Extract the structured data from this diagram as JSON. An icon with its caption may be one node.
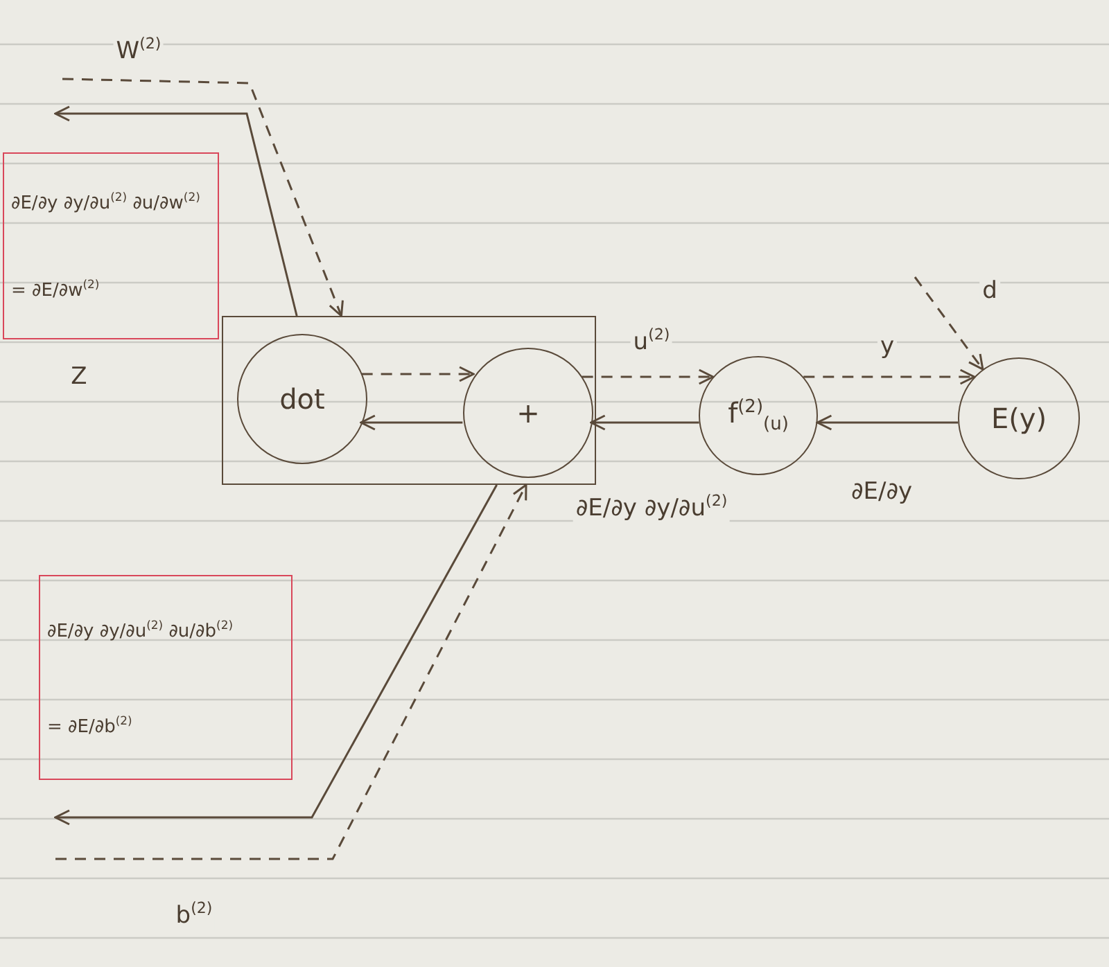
{
  "diagram": {
    "nodes": [
      {
        "text": [],
        "shape": "box"
      },
      {
        "text": [
          "dot"
        ],
        "in": 0
      },
      {
        "text": [
          "+"
        ],
        "in": 0
      },
      {
        "text": [
          "f$^{(2)}$$_{(u)}$"
        ]
      },
      {
        "text": [
          "E(y)"
        ]
      },
      {
        "text": [
          "∂E/∂y ∂y/∂u$^{(2)}$ ∂u/∂w$^{(2)}$",
          "= ∂E/∂w$^{(2)}$"
        ]
      },
      {
        "text": [
          "∂E/∂y ∂y/∂u$^{(2)}$ ∂u/∂b$^{(2)}$",
          "= ∂E/∂b$^{(2)}$"
        ]
      }
    ],
    "edges": [
      {
        "from": null,
        "to": 0,
        "arrow": "to",
        "style": "dashed",
        "label": "W$^{(2)}$"
      },
      {
        "from": 0,
        "to": null,
        "arrow": "to"
      },
      {
        "from": null,
        "to": 0,
        "arrow": "to",
        "style": "dashed",
        "label": "b$^{(2)}$"
      },
      {
        "from": 0,
        "to": null,
        "arrow": "to"
      },
      {
        "from": 1,
        "to": 2,
        "arrow": "to",
        "style": "dashed"
      },
      {
        "from": 2,
        "to": 1,
        "arrow": "to"
      },
      {
        "from": 2,
        "to": 3,
        "arrow": "to",
        "style": "dashed",
        "label": "u$^{(2)}$"
      },
      {
        "from": 3,
        "to": 2,
        "arrow": "to",
        "label": "∂E/∂y ∂y/∂u$^{(2)}$"
      },
      {
        "from": 3,
        "to": 4,
        "arrow": "to",
        "style": "dashed",
        "label": "y"
      },
      {
        "from": 4,
        "to": 3,
        "arrow": "to",
        "label": "∂E/∂y"
      },
      {
        "from": null,
        "to": 4,
        "arrow": "to",
        "style": "dashed",
        "label": "d"
      }
    ],
    "labels": [
      "Z"
    ]
  }
}
